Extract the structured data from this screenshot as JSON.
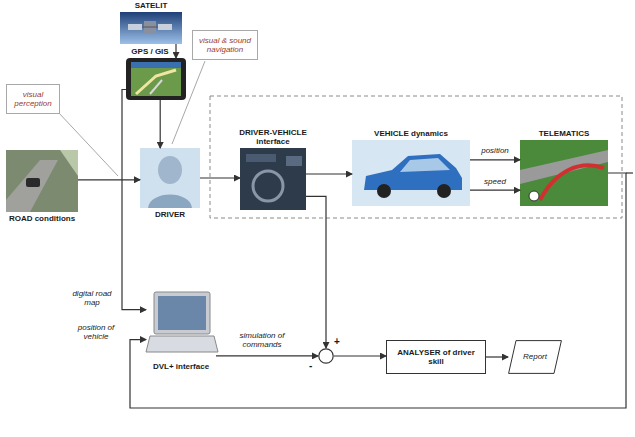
{
  "diagram": {
    "nodes": [
      {
        "text": [
          "SATELIT"
        ]
      },
      {
        "text": [
          "GPS / GIS"
        ]
      },
      {
        "text": [
          "visual & sound navigation"
        ]
      },
      {
        "text": [
          "visual perception"
        ]
      },
      {
        "text": [
          "ROAD conditions"
        ]
      },
      {
        "text": [
          "DRIVER"
        ]
      },
      {
        "text": [
          "DRIVER-VEHICLE interface"
        ]
      },
      {
        "text": [
          "VEHICLE dynamics"
        ]
      },
      {
        "text": [
          "TELEMATICS"
        ]
      },
      {
        "text": [
          "DVL+ interface"
        ]
      },
      {
        "text": [
          "+",
          "-"
        ]
      },
      {
        "text": [
          "ANALYSER of driver skill"
        ]
      },
      {
        "text": [
          "Report"
        ]
      }
    ],
    "edges": [
      {
        "from": 0,
        "to": 1,
        "arrow": "to"
      },
      {
        "from": 1,
        "to": 5,
        "arrow": "to"
      },
      {
        "from": 1,
        "to": 9,
        "label": "digital road map",
        "arrow": "to"
      },
      {
        "from": 4,
        "to": 5,
        "arrow": "to"
      },
      {
        "from": 5,
        "to": 6,
        "arrow": "to"
      },
      {
        "from": 6,
        "to": 7,
        "arrow": "to"
      },
      {
        "from": 7,
        "to": 8,
        "label": "position",
        "arrow": "to"
      },
      {
        "from": 7,
        "to": 8,
        "label": "speed",
        "arrow": "to"
      },
      {
        "from": 9,
        "to": 10,
        "label": "simulation of commands",
        "arrow": "to"
      },
      {
        "from": 6,
        "to": 10,
        "arrow": "to"
      },
      {
        "from": 10,
        "to": 11,
        "arrow": "to"
      },
      {
        "from": 11,
        "to": 12,
        "arrow": "to"
      },
      {
        "from": 8,
        "to": 9,
        "label": "position of vehicle",
        "arrow": "to"
      }
    ]
  }
}
